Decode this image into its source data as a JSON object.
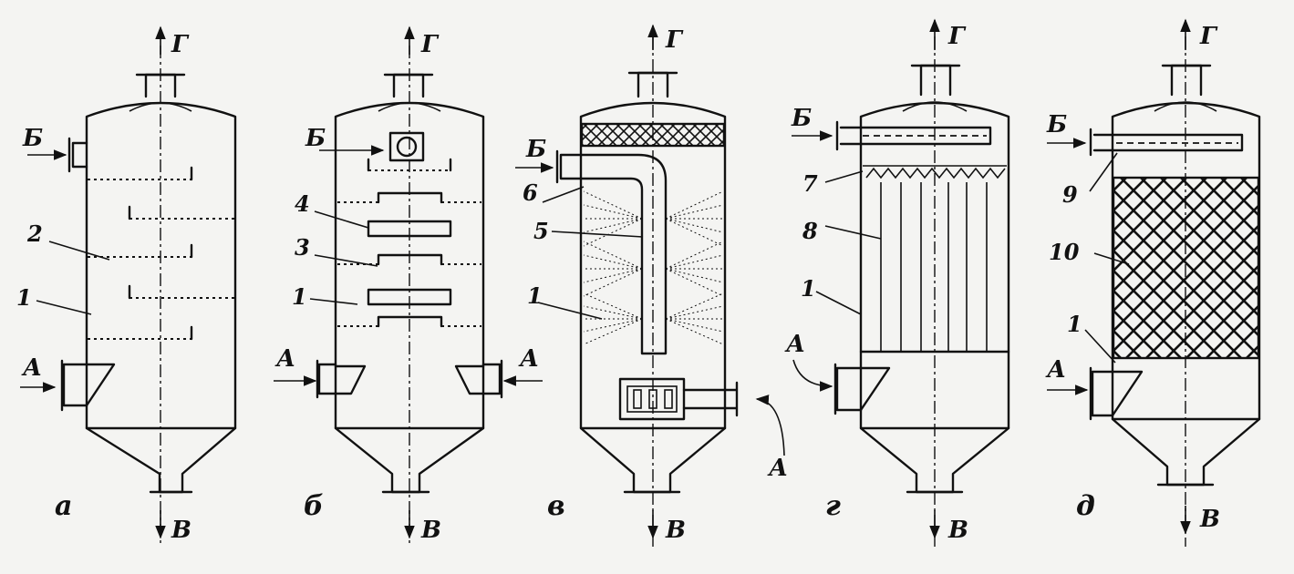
{
  "flows": {
    "top": "Г",
    "bottom": "В",
    "side_gas": "А",
    "side_liquid": "Б"
  },
  "panels": [
    {
      "caption": "а",
      "numbers": [
        "2",
        "1"
      ]
    },
    {
      "caption": "б",
      "numbers": [
        "4",
        "3",
        "1"
      ]
    },
    {
      "caption": "в",
      "numbers": [
        "6",
        "5",
        "1"
      ]
    },
    {
      "caption": "г",
      "numbers": [
        "7",
        "8",
        "1"
      ]
    },
    {
      "caption": "д",
      "numbers": [
        "9",
        "10",
        "1"
      ]
    }
  ]
}
